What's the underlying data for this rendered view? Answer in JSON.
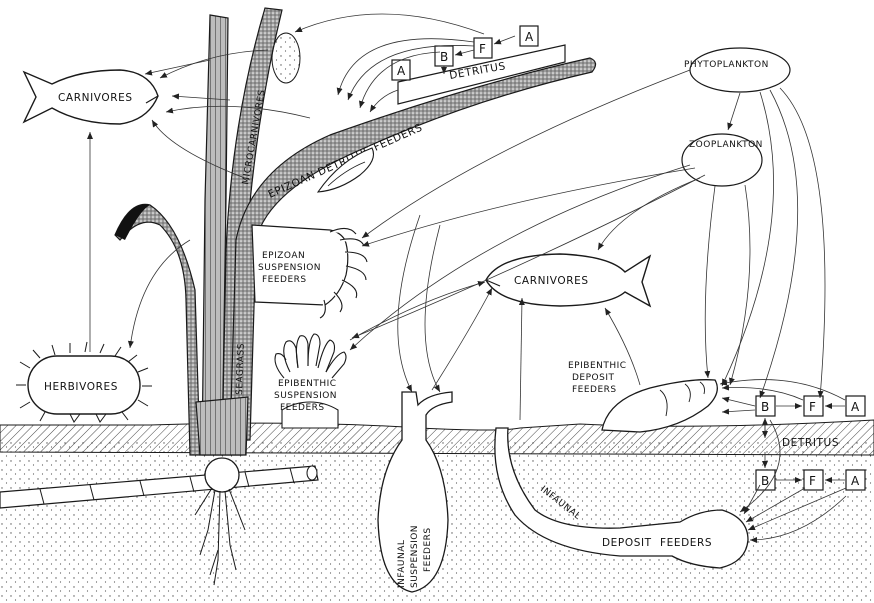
{
  "labels": {
    "carnivores_top": "CARNIVORES",
    "carnivores_mid": "CARNIVORES",
    "herbivores": "HERBIVORES",
    "microcarnivores": "MICROCARNIVORES",
    "seagrass": "SEAGRASS",
    "epizoan_detritus_feeders": "EPIZOAN DETRITUS FEEDERS",
    "detritus_top": "DETRITUS",
    "detritus_sediment": "DETRITUS",
    "phytoplankton": "PHYTOPLANKTON",
    "zooplankton": "ZOOPLANKTON",
    "epizoan_suspension_1": "EPIZOAN",
    "epizoan_suspension_2": "SUSPENSION",
    "epizoan_suspension_3": "FEEDERS",
    "epibenthic_suspension_1": "EPIBENTHIC",
    "epibenthic_suspension_2": "SUSPENSION",
    "epibenthic_suspension_3": "FEEDERS",
    "epibenthic_deposit_1": "EPIBENTHIC",
    "epibenthic_deposit_2": "DEPOSIT",
    "epibenthic_deposit_3": "FEEDERS",
    "infaunal_suspension_1": "INFAUNAL",
    "infaunal_suspension_2": "SUSPENSION",
    "infaunal_suspension_3": "FEEDERS",
    "infaunal_deposit_1": "INFAUNAL",
    "infaunal_deposit_2": "DEPOSIT",
    "infaunal_deposit_3": "FEEDERS"
  },
  "boxes": {
    "top_a1": "A",
    "top_b": "B",
    "top_f": "F",
    "top_a2": "A",
    "mid_b": "B",
    "mid_f": "F",
    "mid_a": "A",
    "low_b": "B",
    "low_f": "F",
    "low_a": "A"
  }
}
